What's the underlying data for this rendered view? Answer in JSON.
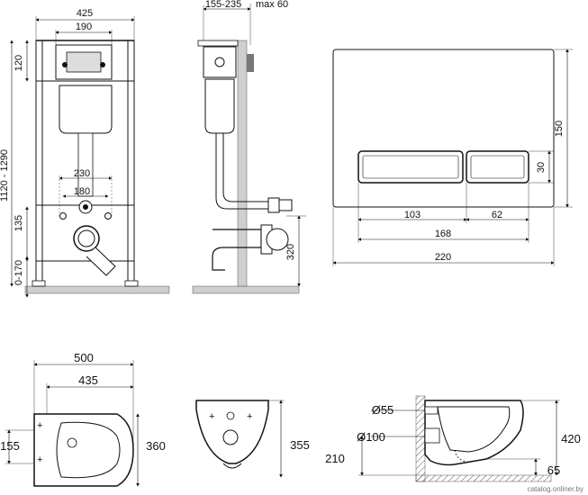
{
  "frame_front": {
    "width_total": "425",
    "width_plate": "190",
    "height_top": "120",
    "height_range": "1120 - 1290",
    "bolt_spacing_outer": "230",
    "bolt_spacing_inner": "180",
    "height_bolts": "135",
    "height_feet": "0-170"
  },
  "frame_side": {
    "depth_range": "155-235",
    "depth_max": "max 60",
    "height_outlet": "320"
  },
  "flush_plate": {
    "height": "150",
    "button_height": "30",
    "button_left_width": "103",
    "button_right_width": "62",
    "buttons_width": "168",
    "plate_width": "220"
  },
  "toilet_top": {
    "length": "500",
    "length_inner": "435",
    "width_front": "155",
    "width_back": "360"
  },
  "toilet_rear": {
    "height": "355"
  },
  "toilet_side": {
    "inlet_diameter": "Ø55",
    "outlet_diameter": "Ø100",
    "outlet_height": "210",
    "height": "420",
    "rim_offset": "65"
  },
  "watermark": "catalog.onliner.by"
}
